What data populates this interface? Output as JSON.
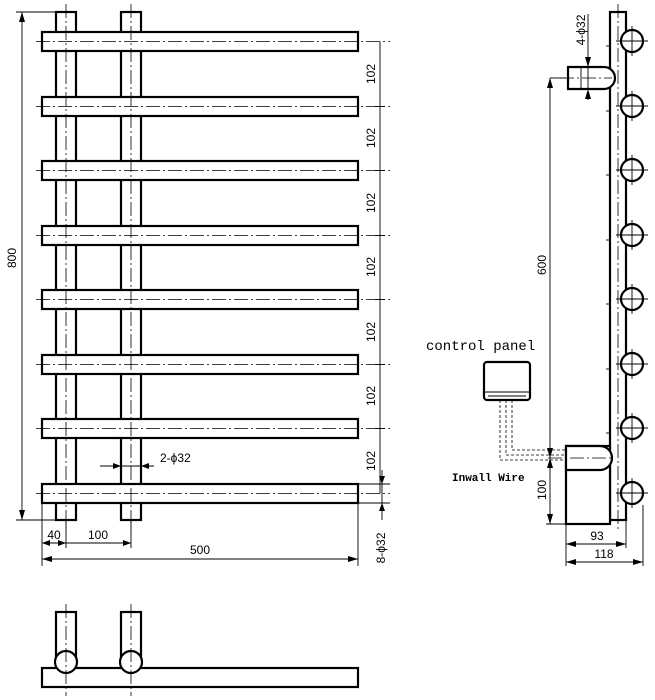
{
  "front_view": {
    "bar_spacing_labels": [
      "102",
      "102",
      "102",
      "102",
      "102",
      "102",
      "102"
    ],
    "height_label": "800",
    "width_label": "500",
    "bar_offset_label": "40",
    "bar_gap_label": "100",
    "riser_diameter_label": "2-ϕ32",
    "bar_diameter_label": "8-ϕ32"
  },
  "side_view": {
    "bracket_diameter_label": "4-ϕ32",
    "mount_height_label": "600",
    "heater_height_label": "100",
    "inner_depth_label": "93",
    "outer_depth_label": "118",
    "control_panel_label": "control panel",
    "wire_label": "Inwall Wire"
  }
}
